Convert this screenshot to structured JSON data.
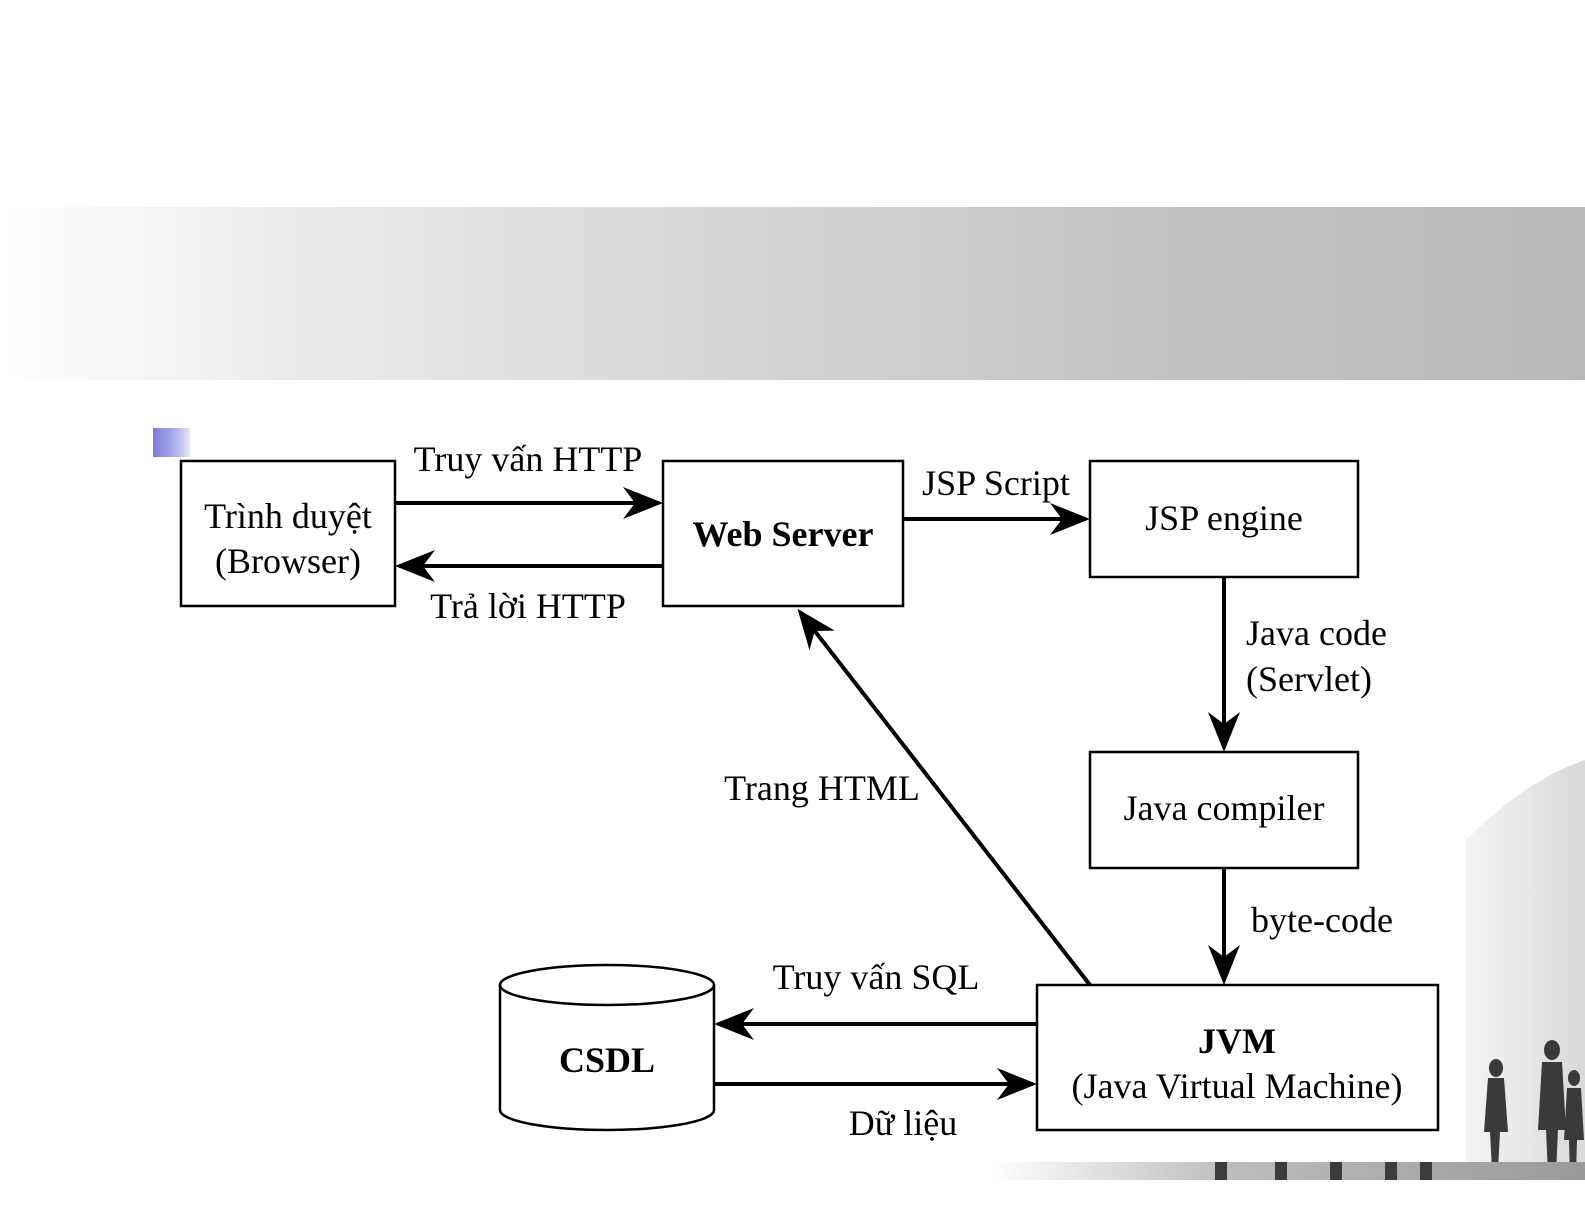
{
  "diagram": {
    "nodes": {
      "browser": {
        "line1": "Trình duyệt",
        "line2": "(Browser)"
      },
      "web_server": {
        "label": "Web Server"
      },
      "jsp_engine": {
        "label": "JSP engine"
      },
      "java_compiler": {
        "label": "Java compiler"
      },
      "jvm": {
        "line1": "JVM",
        "line2": "(Java Virtual Machine)"
      },
      "csdl": {
        "label": "CSDL"
      }
    },
    "edges": {
      "http_request": "Truy vấn HTTP",
      "http_response": "Trả lời HTTP",
      "jsp_script": "JSP Script",
      "java_code_line1": "Java code",
      "java_code_line2": "(Servlet)",
      "byte_code": "byte-code",
      "html_page": "Trang HTML",
      "sql_query": "Truy vấn SQL",
      "data": "Dữ liệu"
    }
  },
  "colors": {
    "title_band": "#c2c2c2",
    "bullet": "#8f8fe0"
  }
}
